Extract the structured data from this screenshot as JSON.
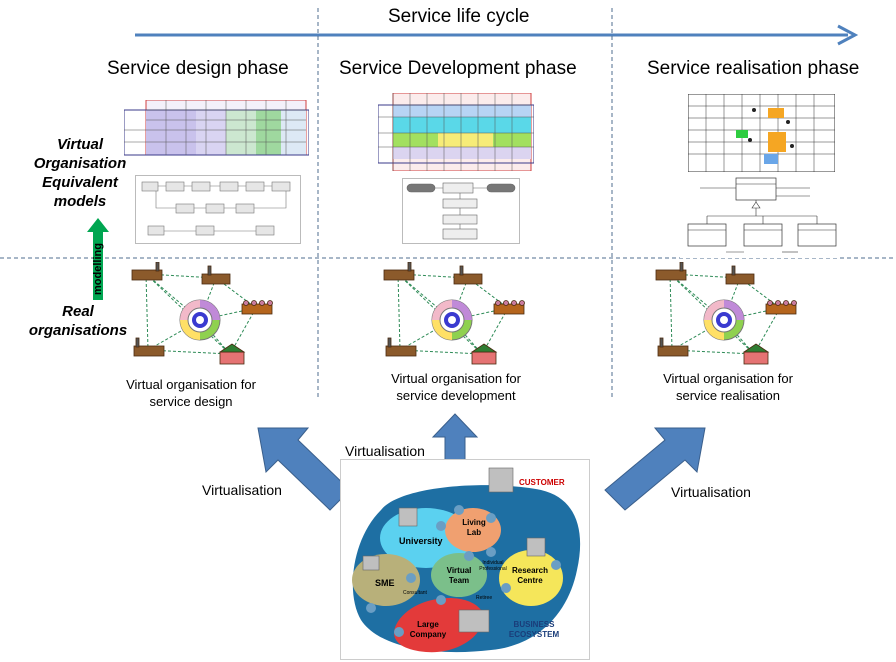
{
  "title": "Service life cycle",
  "phases": [
    {
      "label": "Service design phase"
    },
    {
      "label": "Service Development phase"
    },
    {
      "label": "Service realisation phase"
    }
  ],
  "side_labels": {
    "virtual_models": "Virtual Organisation Equivalent models",
    "modelling": "modelling",
    "real_orgs": "Real organisations"
  },
  "captions": [
    "Virtual organisation for service design",
    "Virtual organisation for service development",
    "Virtual organisation for service realisation"
  ],
  "virtualisation_label": "Virtualisation",
  "ecosystem": {
    "customer": "CUSTOMER",
    "university": "University",
    "living_lab": "Living Lab",
    "sme": "SME",
    "consultant": "Consultant",
    "virtual_team": "Virtual Team",
    "individual_professional": "Individual Professional",
    "retiree": "Retiree",
    "research_centre": "Research Centre",
    "large_company": "Large Company",
    "business_ecosystem": "BUSINESS ECOSYSTEM"
  },
  "colors": {
    "arrow_blue": "#4f81bd",
    "title_arrow": "#4f81bd",
    "modelling_green": "#00a651",
    "divider": "#4f6d8f"
  }
}
